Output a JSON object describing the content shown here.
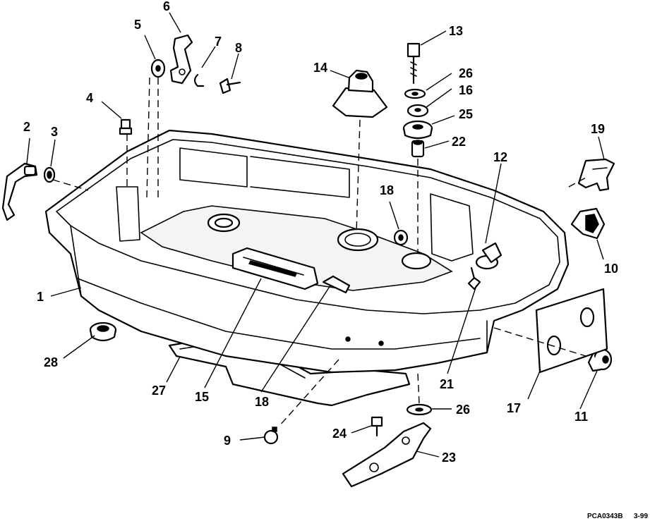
{
  "callouts": {
    "c1": "1",
    "c2": "2",
    "c3": "3",
    "c4": "4",
    "c5": "5",
    "c6": "6",
    "c7": "7",
    "c8": "8",
    "c9": "9",
    "c10": "10",
    "c11": "11",
    "c12": "12",
    "c13": "13",
    "c14": "14",
    "c15": "15",
    "c16": "16",
    "c17": "17",
    "c18a": "18",
    "c18b": "18",
    "c19": "19",
    "c21": "21",
    "c22": "22",
    "c23": "23",
    "c24": "24",
    "c25": "25",
    "c26a": "26",
    "c26b": "26",
    "c27": "27",
    "c28": "28"
  },
  "footer": {
    "drawing_id": "PCA0343B",
    "date_code": "3-99"
  }
}
